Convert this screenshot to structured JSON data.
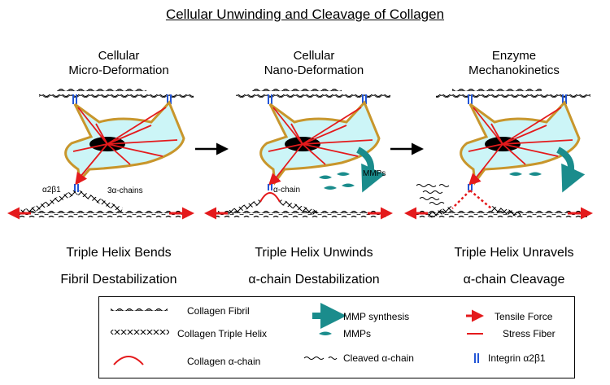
{
  "title": "Cellular Unwinding and Cleavage of Collagen",
  "panels": [
    {
      "heading_line1": "Cellular",
      "heading_line2": "Micro-Deformation",
      "result_line1": "Triple Helix Bends",
      "result_line2": "Fibril Destabilization",
      "labels": [
        "α2β1",
        "3α-chains"
      ]
    },
    {
      "heading_line1": "Cellular",
      "heading_line2": "Nano-Deformation",
      "result_line1": "Triple Helix Unwinds",
      "result_line2": "α-chain Destabilization",
      "labels": [
        "α-chain",
        "MMPs"
      ]
    },
    {
      "heading_line1": "Enzyme",
      "heading_line2": "Mechanokinetics",
      "result_line1": "Triple Helix Unravels",
      "result_line2": "α-chain Cleavage",
      "labels": []
    }
  ],
  "legend": {
    "collagen_fibril": "Collagen Fibril",
    "triple_helix": "Collagen Triple Helix",
    "alpha_chain": "Collagen α-chain",
    "mmp_synthesis": "MMP synthesis",
    "mmps": "MMPs",
    "cleaved_chain": "Cleaved α-chain",
    "tensile_force": "Tensile Force",
    "stress_fiber": "Stress Fiber",
    "integrin": "Integrin α2β1"
  },
  "colors": {
    "cell_fill": "#ccf5f7",
    "cell_outline": "#c8962c",
    "stress_fiber": "#e41a1c",
    "integrin": "#2255d6",
    "mmp": "#1a8c8c"
  }
}
